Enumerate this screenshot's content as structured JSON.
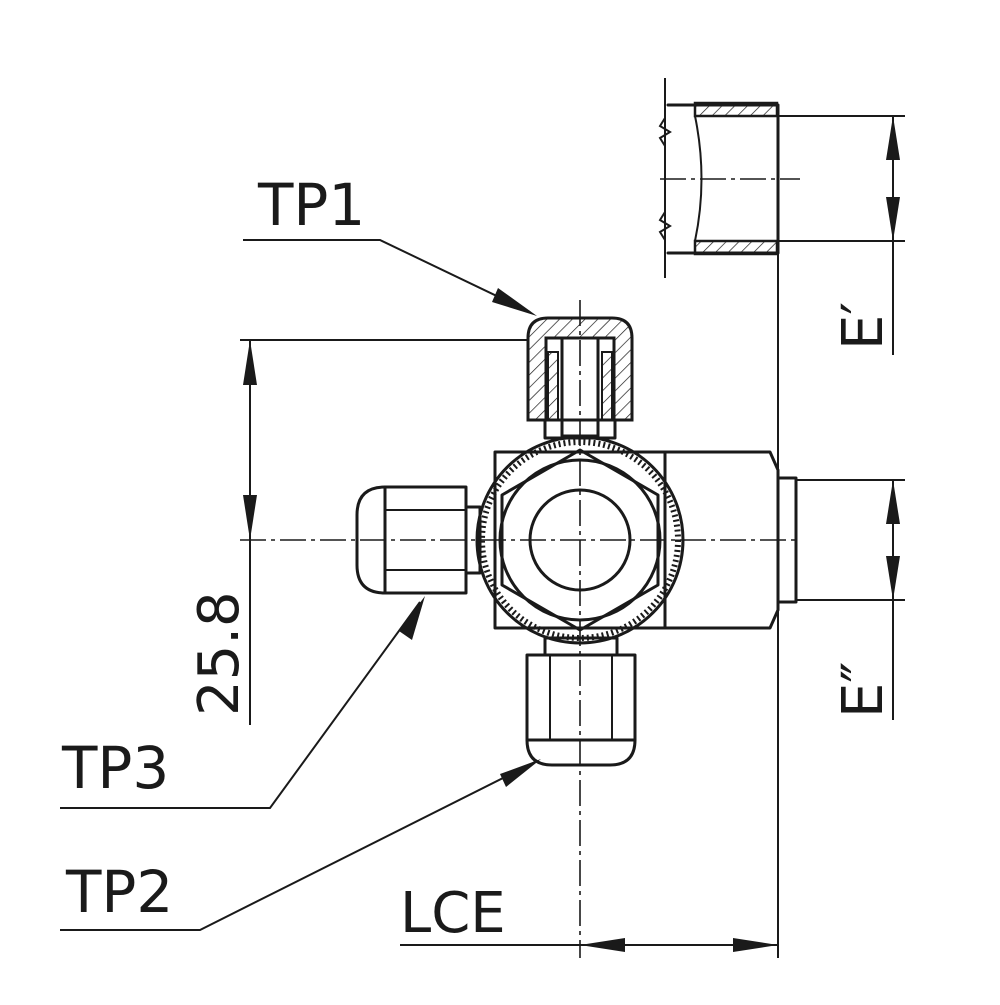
{
  "labels": {
    "tp1": "TP1",
    "tp2": "TP2",
    "tp3": "TP3",
    "dim_height": "25.8",
    "dim_e_prime": "E′",
    "dim_e_double": "E″",
    "dim_lce": "LCE"
  },
  "colors": {
    "line": "#1a1a1a",
    "background": "#ffffff"
  }
}
